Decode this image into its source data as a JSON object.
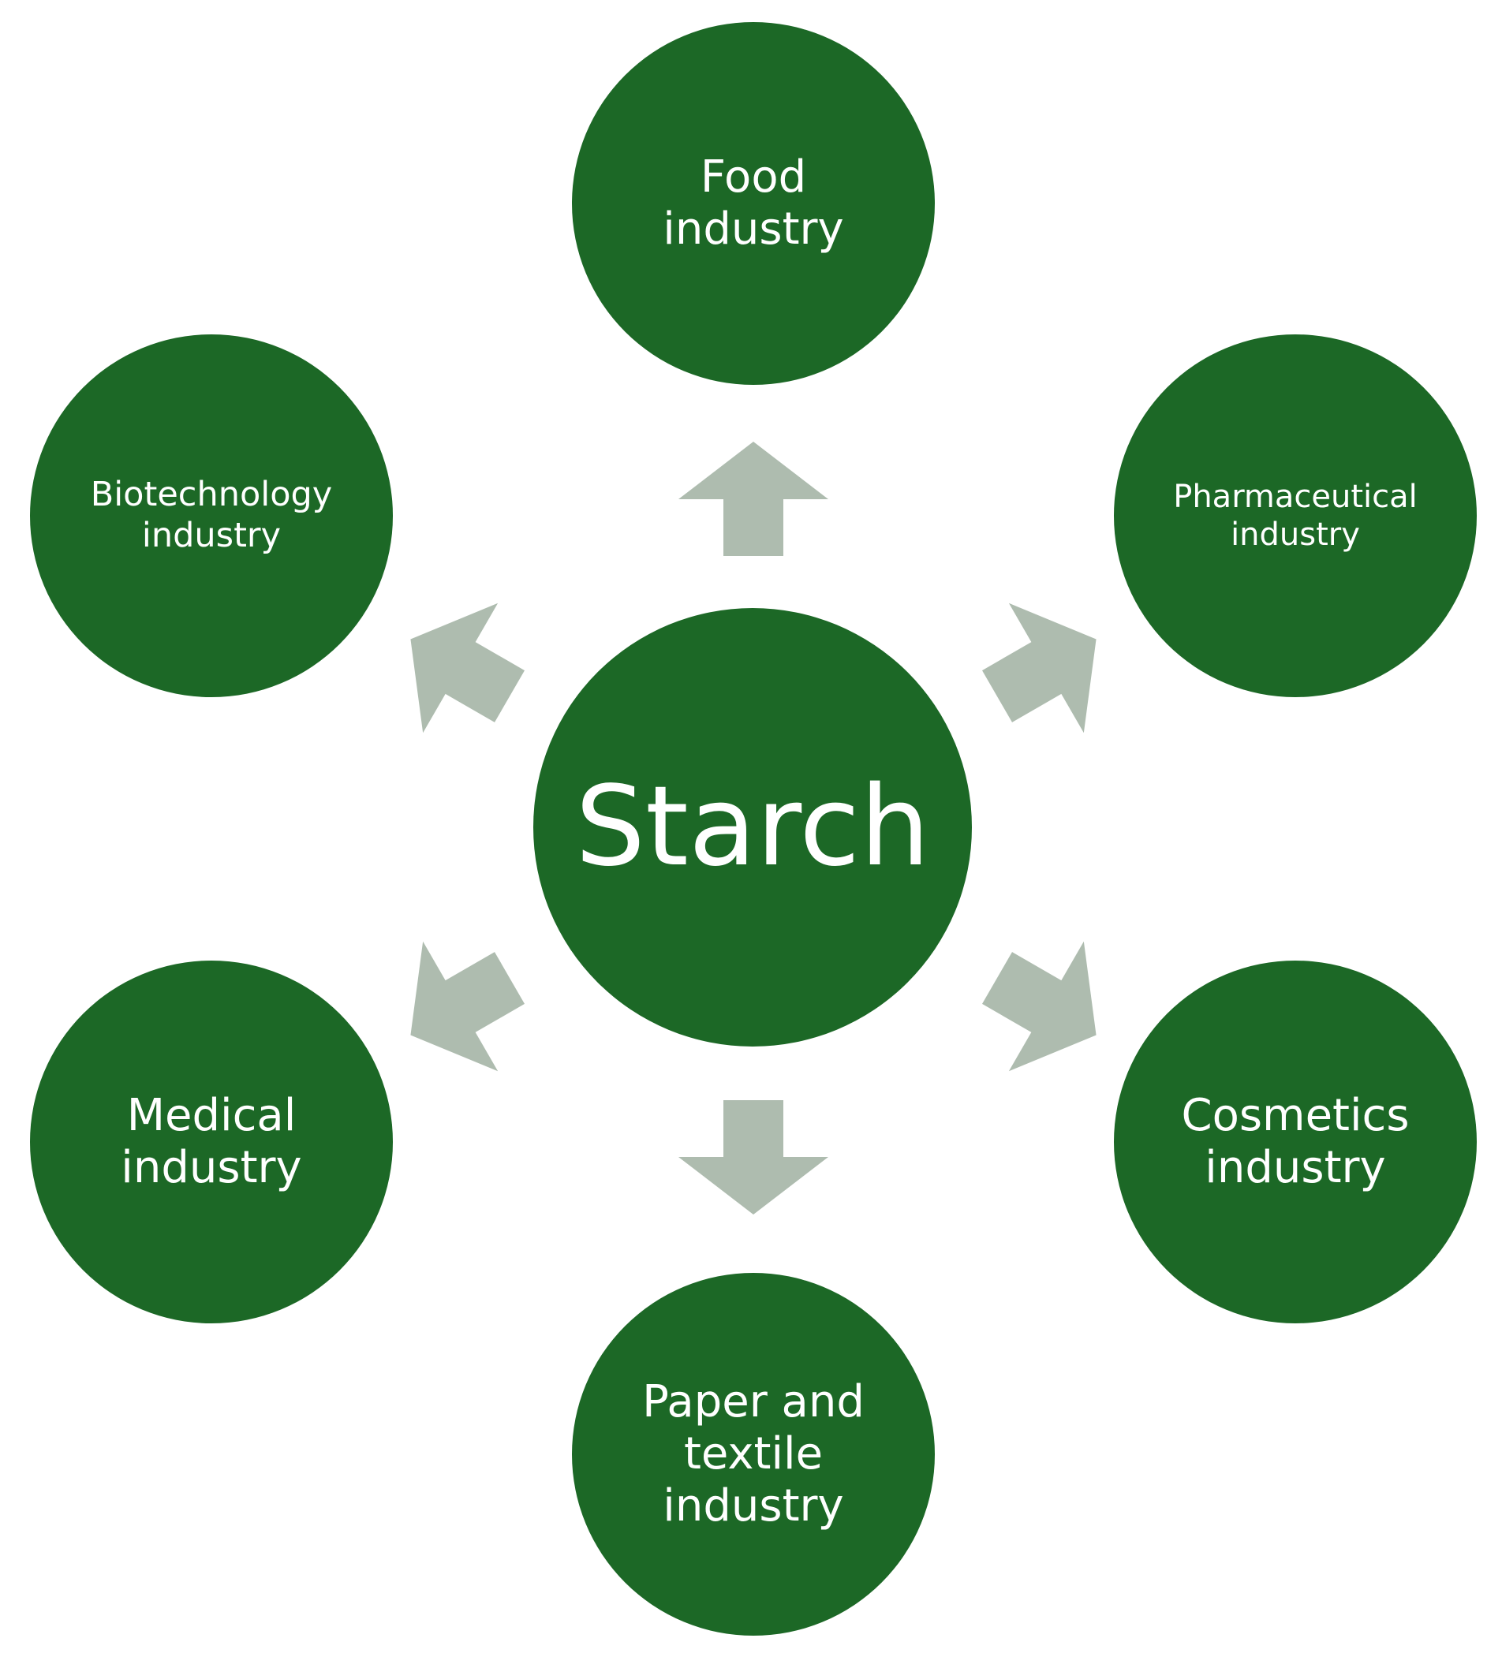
{
  "colors": {
    "circle": "#1c6826",
    "arrow": "#aebcaf",
    "text": "#ffffff",
    "background": "#ffffff"
  },
  "center": {
    "label": "Starch"
  },
  "nodes": [
    {
      "id": "food",
      "label": "Food\nindustry"
    },
    {
      "id": "pharmaceutical",
      "label": "Pharmaceutical\nindustry"
    },
    {
      "id": "cosmetics",
      "label": "Cosmetics\nindustry"
    },
    {
      "id": "paper-textile",
      "label": "Paper and\ntextile\nindustry"
    },
    {
      "id": "medical",
      "label": "Medical\nindustry"
    },
    {
      "id": "biotechnology",
      "label": "Biotechnology\nindustry"
    }
  ]
}
